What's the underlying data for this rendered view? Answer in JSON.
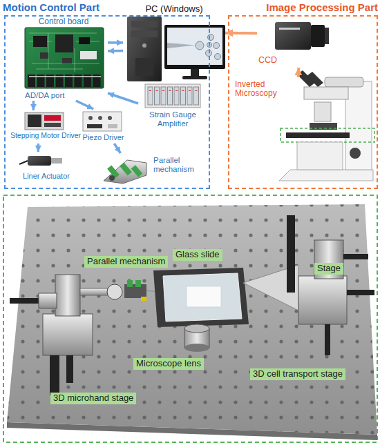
{
  "diagram": {
    "nodes": [
      {
        "text": [
          "Motion Control Part"
        ]
      },
      {
        "text": [
          "Control board",
          "AD/DA port"
        ],
        "in": 0
      },
      {
        "text": [
          "Stepping Motor Driver"
        ],
        "in": 0
      },
      {
        "text": [
          "Piezo Driver"
        ],
        "in": 0
      },
      {
        "text": [
          "Strain Gauge Amplifier"
        ],
        "in": 0
      },
      {
        "text": [
          "Liner Actuator"
        ],
        "in": 0
      },
      {
        "text": [
          "Parallel mechanism"
        ],
        "in": 0
      },
      {
        "text": [
          "PC (Windows)"
        ]
      },
      {
        "text": [
          "Image Processing Part"
        ]
      },
      {
        "text": [
          "CCD"
        ],
        "in": 8
      },
      {
        "text": [
          "Inverted Microscopy"
        ],
        "in": 8
      },
      {
        "text": [
          "Parallel mechanism"
        ]
      },
      {
        "text": [
          "Glass slide"
        ]
      },
      {
        "text": [
          "Stage"
        ]
      },
      {
        "text": [
          "Microscope lens"
        ]
      },
      {
        "text": [
          "3D cell transport stage"
        ]
      },
      {
        "text": [
          "3D microhand stage"
        ]
      }
    ],
    "edges": [
      {
        "from": 1,
        "to": 7,
        "arrow": "to"
      },
      {
        "from": 7,
        "to": 1,
        "arrow": "to"
      },
      {
        "from": 1,
        "to": 2,
        "arrow": "to"
      },
      {
        "from": 1,
        "to": 3,
        "arrow": "to"
      },
      {
        "from": 4,
        "to": 1,
        "arrow": "to"
      },
      {
        "from": 2,
        "to": 5,
        "arrow": "to"
      },
      {
        "from": 3,
        "to": 6,
        "arrow": "to"
      },
      {
        "from": 9,
        "to": 7,
        "arrow": "to"
      },
      {
        "from": 10,
        "to": 9,
        "arrow": "to"
      }
    ]
  }
}
